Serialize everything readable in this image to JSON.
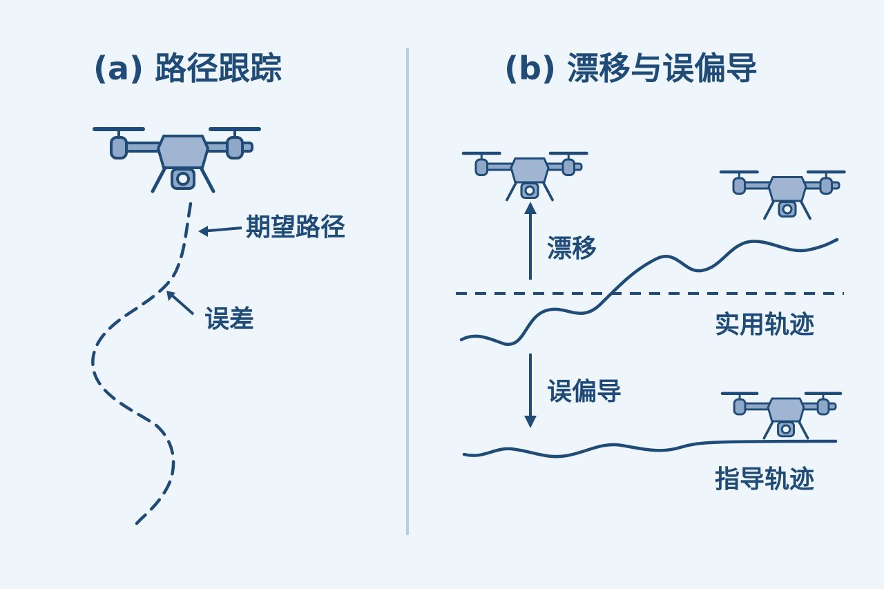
{
  "panel_a": {
    "title": "(a) 路径跟踪",
    "desired_path_label": "期望路径",
    "error_label": "误差"
  },
  "panel_b": {
    "title": "(b) 漂移与误偏导",
    "drift_label": "漂移",
    "practical_trajectory_label": "实用轨迹",
    "misguidance_label": "误偏导",
    "guided_trajectory_label": "指导轨迹"
  },
  "colors": {
    "background": "#eef5fb",
    "ink": "#1f4b76",
    "drone_fill": "#8fa8c8",
    "divider": "#b9cce0"
  }
}
